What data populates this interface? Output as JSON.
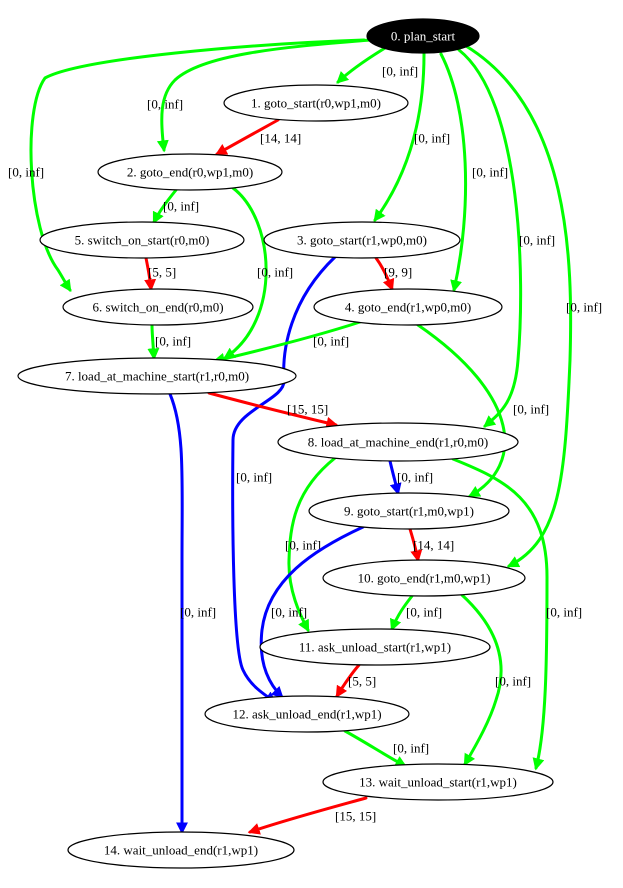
{
  "colors": {
    "green": "#00ff00",
    "red": "#ff0000",
    "blue": "#0000ff",
    "node_fill": "#ffffff",
    "start_node_fill": "#000000"
  },
  "nodes": [
    {
      "id": 0,
      "label": "0. plan_start",
      "style": "filled-black"
    },
    {
      "id": 1,
      "label": "1. goto_start(r0,wp1,m0)"
    },
    {
      "id": 2,
      "label": "2. goto_end(r0,wp1,m0)"
    },
    {
      "id": 3,
      "label": "3. goto_start(r1,wp0,m0)"
    },
    {
      "id": 4,
      "label": "4. goto_end(r1,wp0,m0)"
    },
    {
      "id": 5,
      "label": "5. switch_on_start(r0,m0)"
    },
    {
      "id": 6,
      "label": "6. switch_on_end(r0,m0)"
    },
    {
      "id": 7,
      "label": "7. load_at_machine_start(r1,r0,m0)"
    },
    {
      "id": 8,
      "label": "8. load_at_machine_end(r1,r0,m0)"
    },
    {
      "id": 9,
      "label": "9. goto_start(r1,m0,wp1)"
    },
    {
      "id": 10,
      "label": "10. goto_end(r1,m0,wp1)"
    },
    {
      "id": 11,
      "label": "11. ask_unload_start(r1,wp1)"
    },
    {
      "id": 12,
      "label": "12. ask_unload_end(r1,wp1)"
    },
    {
      "id": 13,
      "label": "13. wait_unload_start(r1,wp1)"
    },
    {
      "id": 14,
      "label": "14. wait_unload_end(r1,wp1)"
    }
  ],
  "edges": [
    {
      "from": 0,
      "to": 1,
      "label": "[0, inf]",
      "color": "green"
    },
    {
      "from": 0,
      "to": 2,
      "label": "[0, inf]",
      "color": "green"
    },
    {
      "from": 0,
      "to": 6,
      "label": "[0, inf]",
      "color": "green"
    },
    {
      "from": 0,
      "to": 3,
      "label": "[0, inf]",
      "color": "green"
    },
    {
      "from": 0,
      "to": 4,
      "label": "[0, inf]",
      "color": "green"
    },
    {
      "from": 0,
      "to": 8,
      "label": "[0, inf]",
      "color": "green"
    },
    {
      "from": 0,
      "to": 10,
      "label": "[0, inf]",
      "color": "green"
    },
    {
      "from": 1,
      "to": 2,
      "label": "[14, 14]",
      "color": "red"
    },
    {
      "from": 2,
      "to": 5,
      "label": "[0, inf]",
      "color": "green"
    },
    {
      "from": 2,
      "to": 7,
      "label": "[0, inf]",
      "color": "green"
    },
    {
      "from": 5,
      "to": 6,
      "label": "[5, 5]",
      "color": "red"
    },
    {
      "from": 3,
      "to": 4,
      "label": "[9, 9]",
      "color": "red"
    },
    {
      "from": 3,
      "to": 12,
      "label": "[0, inf]",
      "color": "blue"
    },
    {
      "from": 6,
      "to": 7,
      "label": "[0, inf]",
      "color": "green"
    },
    {
      "from": 4,
      "to": 7,
      "label": "[0, inf]",
      "color": "green"
    },
    {
      "from": 4,
      "to": 9,
      "label": "[0, inf]",
      "color": "green"
    },
    {
      "from": 7,
      "to": 8,
      "label": "[15, 15]",
      "color": "red"
    },
    {
      "from": 7,
      "to": 14,
      "label": "[0, inf]",
      "color": "blue"
    },
    {
      "from": 8,
      "to": 9,
      "label": "[0, inf]",
      "color": "blue"
    },
    {
      "from": 8,
      "to": 11,
      "label": "[0, inf]",
      "color": "green"
    },
    {
      "from": 8,
      "to": 13,
      "label": "[0, inf]",
      "color": "green"
    },
    {
      "from": 9,
      "to": 10,
      "label": "[14, 14]",
      "color": "red"
    },
    {
      "from": 9,
      "to": 12,
      "label": "[0, inf]",
      "color": "blue"
    },
    {
      "from": 10,
      "to": 11,
      "label": "[0, inf]",
      "color": "green"
    },
    {
      "from": 10,
      "to": 13,
      "label": "[0, inf]",
      "color": "green"
    },
    {
      "from": 11,
      "to": 12,
      "label": "[5, 5]",
      "color": "red"
    },
    {
      "from": 12,
      "to": 13,
      "label": "[0, inf]",
      "color": "green"
    },
    {
      "from": 13,
      "to": 14,
      "label": "[15, 15]",
      "color": "red"
    }
  ]
}
